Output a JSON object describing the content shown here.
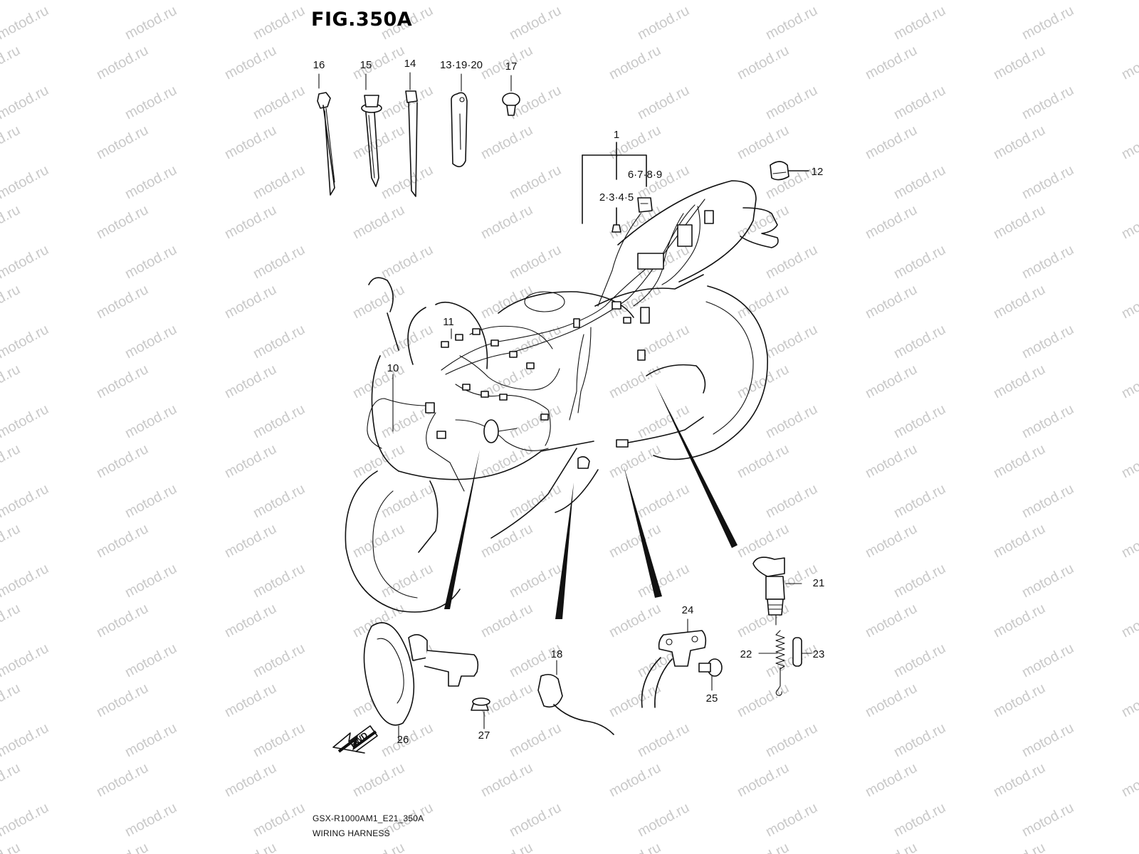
{
  "figure": {
    "title": "FIG.350A",
    "watermark": "motod.ru",
    "model_code": "GSX-R1000AM1_E21_350A",
    "section_name": "WIRING HARNESS",
    "direction_label": "FWD"
  },
  "callouts": {
    "c1": "1",
    "c2_5": "2·3·4·5",
    "c6_9": "6·7·8·9",
    "c10": "10",
    "c11": "11",
    "c12": "12",
    "c13_20": "13·19·20",
    "c14": "14",
    "c15": "15",
    "c16": "16",
    "c17": "17",
    "c18": "18",
    "c21": "21",
    "c22": "22",
    "c23": "23",
    "c24": "24",
    "c25": "25",
    "c26": "26",
    "c27": "27"
  },
  "colors": {
    "line": "#111111",
    "watermark": "#c9c9c9",
    "background": "#ffffff"
  }
}
